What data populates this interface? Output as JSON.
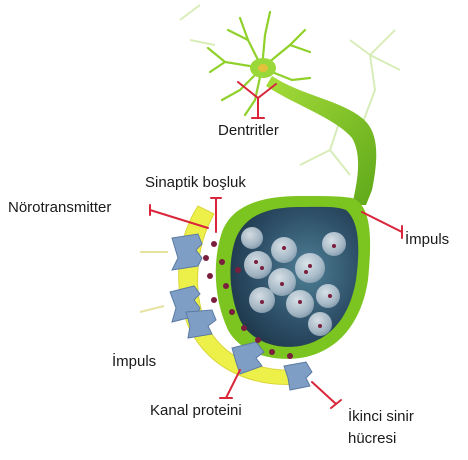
{
  "labels": {
    "dentritler": "Dentritler",
    "sinaptik_bosluk": "Sinaptik boşluk",
    "norotransmitter": "Nörotransmitter",
    "impuls_right": "İmpuls",
    "impuls_left": "İmpuls",
    "kanal_proteini": "Kanal proteini",
    "ikinci_sinir_hucresi": "İkinci sinir hücresi"
  },
  "colors": {
    "neuron_green": "#7cc41f",
    "membrane_yellow": "#eef04a",
    "terminal_dark": "#23415a",
    "pointer_red": "#d9263b",
    "receptor_blue": "#7f9ec6",
    "vesicle": "#c9d6e0",
    "neurotransmitter": "#7a1e3e"
  }
}
